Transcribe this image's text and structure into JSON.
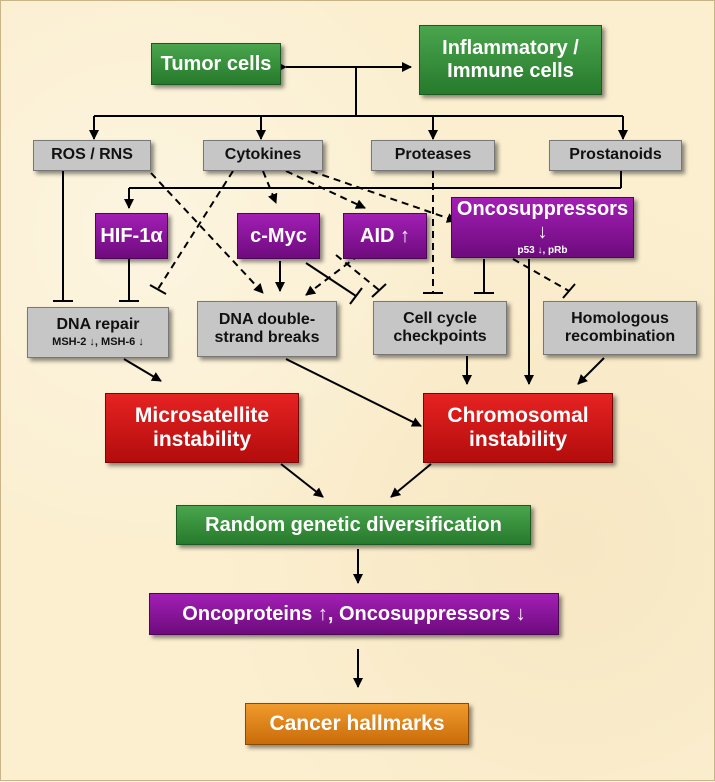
{
  "nodes": {
    "tumor_cells": "Tumor cells",
    "inflammatory_line1": "Inflammatory /",
    "inflammatory_line2": "Immune cells",
    "ros_rns": "ROS / RNS",
    "cytokines": "Cytokines",
    "proteases": "Proteases",
    "prostanoids": "Prostanoids",
    "hif1a": "HIF-1α",
    "cmyc": "c-Myc",
    "aid": "AID ↑",
    "oncosuppressors_title": "Oncosuppressors ↓",
    "oncosuppressors_sub": "p53 ↓, pRb",
    "dna_repair": "DNA repair",
    "dna_repair_sub": "MSH-2 ↓, MSH-6 ↓",
    "dsb_line1": "DNA double-",
    "dsb_line2": "strand breaks",
    "checkpoint_line1": "Cell cycle",
    "checkpoint_line2": "checkpoints",
    "homologous_line1": "Homologous",
    "homologous_line2": "recombination",
    "microsat_line1": "Microsatellite",
    "microsat_line2": "instability",
    "chromosomal_line1": "Chromosomal",
    "chromosomal_line2": "instability",
    "random_genetic": "Random genetic diversification",
    "oncoproteins": "Oncoproteins ↑, Oncosuppressors ↓",
    "cancer_hallmarks": "Cancer hallmarks"
  },
  "colors": {
    "background": "#fbefd0",
    "gray_box": "#c6c6c6",
    "green_box": "#2f8a35",
    "purple_box": "#8a129c",
    "red_box": "#d01818",
    "orange_box": "#e08418"
  }
}
